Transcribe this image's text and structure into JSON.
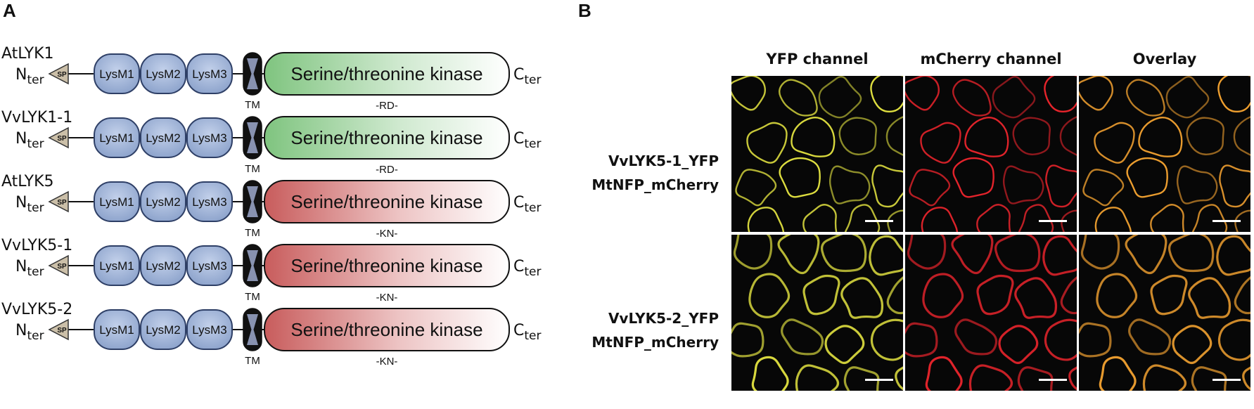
{
  "panel_a": {
    "letter": "A",
    "proteins": [
      {
        "name": "AtLYK1",
        "kinase_color": "green",
        "motif": "-RD-"
      },
      {
        "name": "VvLYK1-1",
        "kinase_color": "green",
        "motif": "-RD-"
      },
      {
        "name": "AtLYK5",
        "kinase_color": "red",
        "motif": "-KN-"
      },
      {
        "name": "VvLYK5-1",
        "kinase_color": "red",
        "motif": "-KN-"
      },
      {
        "name": "VvLYK5-2",
        "kinase_color": "red",
        "motif": "-KN-"
      }
    ],
    "n_term": "N",
    "n_term_sub": "ter",
    "c_term": "C",
    "c_term_sub": "ter",
    "sp_label": "SP",
    "lysm_labels": [
      "LysM1",
      "LysM2",
      "LysM3"
    ],
    "tm_label": "TM",
    "kinase_label": "Serine/threonine kinase",
    "colors": {
      "lysm_fill": "#a8bbdc",
      "lysm_stroke": "#2e3f66",
      "sp_fill": "#cbbfa8",
      "green_kinase": "#8cc98c",
      "red_kinase": "#cf6f6f"
    }
  },
  "panel_b": {
    "letter": "B",
    "columns": [
      "YFP channel",
      "mCherry channel",
      "Overlay"
    ],
    "rows": [
      {
        "line1": "VvLYK5-1_YFP",
        "line2": "MtNFP_mCherry"
      },
      {
        "line1": "VvLYK5-2_YFP",
        "line2": "MtNFP_mCherry"
      }
    ],
    "channel_colors": {
      "yfp": "#e0e040",
      "mcherry": "#e8242c",
      "overlay": "#f0a030"
    }
  }
}
